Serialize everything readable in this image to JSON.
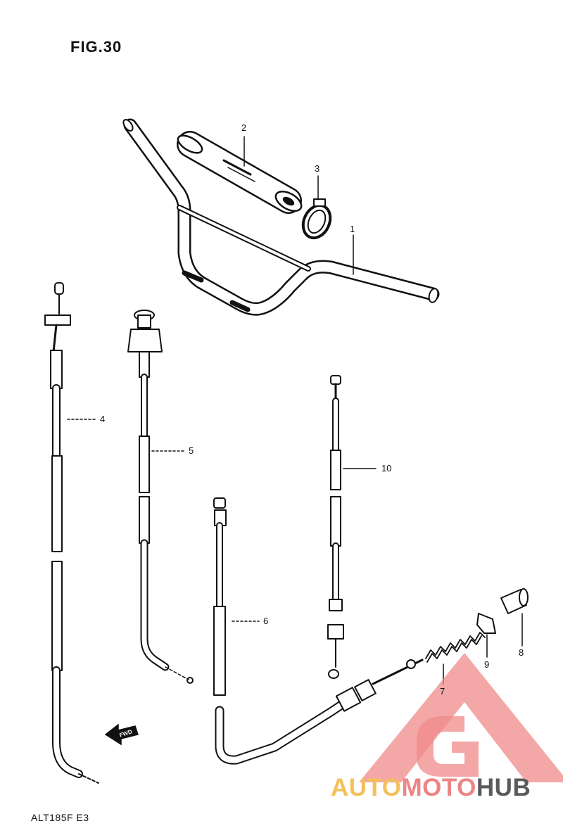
{
  "figure": {
    "title": "FIG.30",
    "model_code": "ALT185F E3"
  },
  "callouts": [
    {
      "id": "1",
      "label": "1"
    },
    {
      "id": "2",
      "label": "2"
    },
    {
      "id": "3",
      "label": "3"
    },
    {
      "id": "4",
      "label": "4"
    },
    {
      "id": "5",
      "label": "5"
    },
    {
      "id": "6",
      "label": "6"
    },
    {
      "id": "7",
      "label": "7"
    },
    {
      "id": "8",
      "label": "8"
    },
    {
      "id": "9",
      "label": "9"
    },
    {
      "id": "10",
      "label": "10"
    }
  ],
  "direction_arrow": {
    "label": "FWD"
  },
  "watermark": {
    "part1": "AUTO",
    "part2": "MOTO",
    "part3": "HUB",
    "colors": {
      "auto": "#f3c05a",
      "moto": "#ec8585",
      "hub": "#5a5a5a",
      "logo": "#f08a8a"
    }
  }
}
